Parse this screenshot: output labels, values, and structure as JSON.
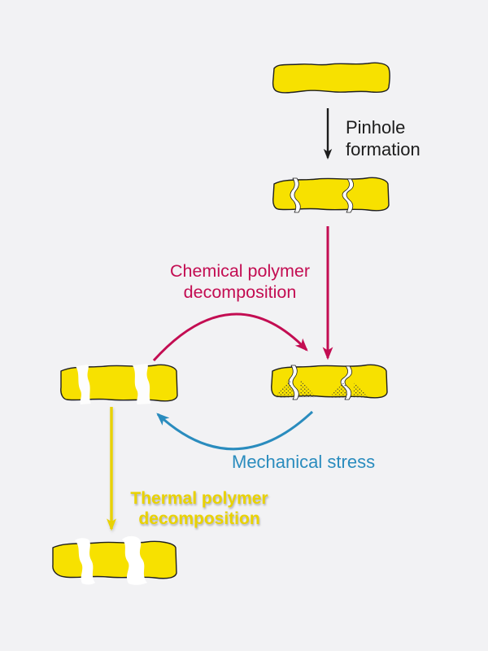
{
  "title": "Membrane degradation diagram",
  "labels": {
    "pinhole": {
      "line1": "Pinhole",
      "line2": "formation"
    },
    "chemical": {
      "line1": "Chemical polymer",
      "line2": "decomposition"
    },
    "mechanical": {
      "text": "Mechanical stress"
    },
    "thermal": {
      "line1": "Thermal polymer",
      "line2": "decomposition"
    }
  },
  "colors": {
    "background": "#F2F2F4",
    "membrane_yellow": "#F7E100",
    "outline": "#1F1F1F",
    "chemical_red": "#C30D52",
    "mechanical_blue": "#2A8CBE",
    "thermal_yellow": "#E9D200",
    "text_black": "#1C1C1C",
    "gap_white": "#FDFDFD"
  },
  "shapes": [
    {
      "name": "membrane-intact",
      "state": "intact membrane strip"
    },
    {
      "name": "membrane-with-pinholes",
      "state": "membrane with two thin cracks"
    },
    {
      "name": "membrane-chemically-degraded",
      "state": "membrane with cracks and stippled degradation zones"
    },
    {
      "name": "membrane-widened-cracks",
      "state": "membrane with two widened white gaps"
    },
    {
      "name": "membrane-large-holes",
      "state": "membrane with two large irregular holes"
    }
  ]
}
